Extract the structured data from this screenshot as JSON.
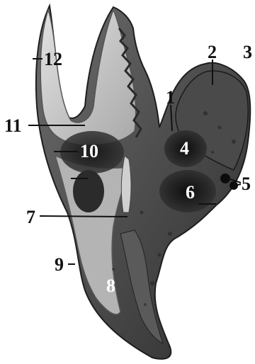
{
  "figure": {
    "labels": {
      "l1": "1",
      "l2": "2",
      "l3": "3",
      "l4": "4",
      "l5": "5",
      "l6": "6",
      "l7": "7",
      "l8": "8",
      "l9": "9",
      "l10": "10",
      "l11": "11",
      "l12": "12"
    },
    "colors": {
      "background": "#ffffff",
      "bone_light": "#c8c8c8",
      "bone_mid": "#8c8c8c",
      "bone_dark": "#3c3c3c",
      "cavity": "#1a1a1a",
      "label_dark": "#111111",
      "label_light": "#ffffff"
    }
  }
}
